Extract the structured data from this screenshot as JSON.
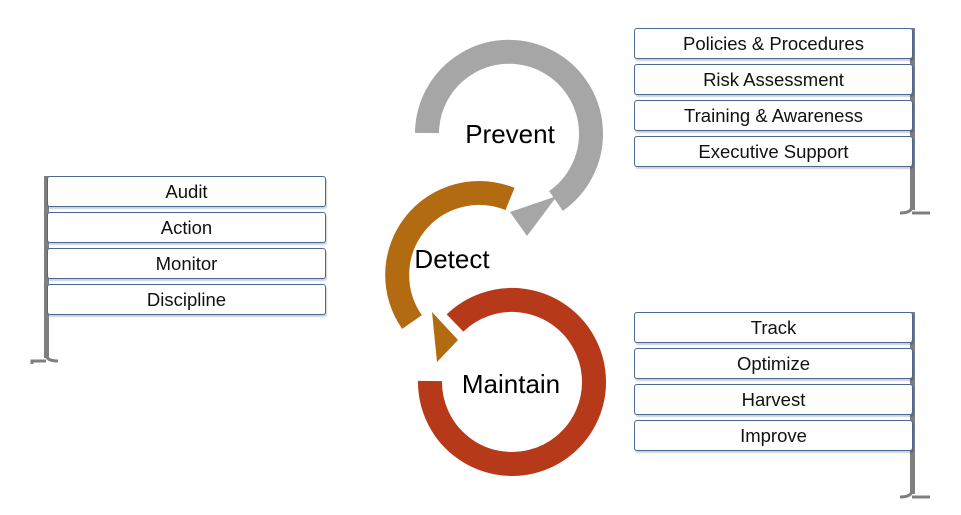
{
  "stages": {
    "prevent": {
      "label": "Prevent",
      "color": "#a6a6a6"
    },
    "detect": {
      "label": "Detect",
      "color": "#b36b12"
    },
    "maintain": {
      "label": "Maintain",
      "color": "#b63a1a"
    }
  },
  "panels": {
    "prevent": {
      "items": [
        "Policies & Procedures",
        "Risk Assessment",
        "Training & Awareness",
        "Executive Support"
      ]
    },
    "detect": {
      "items": [
        "Audit",
        "Action",
        "Monitor",
        "Discipline"
      ]
    },
    "maintain": {
      "items": [
        "Track",
        "Optimize",
        "Harvest",
        "Improve"
      ]
    }
  },
  "colors": {
    "pole": "#7f7f7f",
    "box_border": "#4a6a96"
  }
}
